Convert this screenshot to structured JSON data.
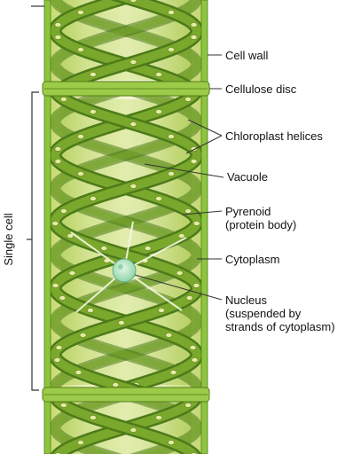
{
  "labels": {
    "cell_wall": "Cell wall",
    "cellulose_disc": "Cellulose disc",
    "chloroplast_helices": "Chloroplast helices",
    "vacuole": "Vacuole",
    "pyrenoid_line1": "Pyrenoid",
    "pyrenoid_line2": "(protein body)",
    "cytoplasm": "Cytoplasm",
    "nucleus_line1": "Nucleus",
    "nucleus_line2": "(suspended by",
    "nucleus_line3": "strands of cytoplasm)",
    "single_cell": "Single cell"
  },
  "colors": {
    "cell_wall": "#8cc63f",
    "cell_interior": "#eef3c2",
    "vacuole": "#c7dc7a",
    "chloroplast": "#7aa82c",
    "chloroplast_dark": "#4d7a1a",
    "pyrenoid": "#e4eba6",
    "nucleus": "#b9e6c8",
    "leader_line": "#333333"
  },
  "icons": {
    "chloroplast": "helical-chloroplast-ribbon",
    "pyrenoid": "oval-pyrenoid-body",
    "nucleus": "round-nucleus"
  }
}
